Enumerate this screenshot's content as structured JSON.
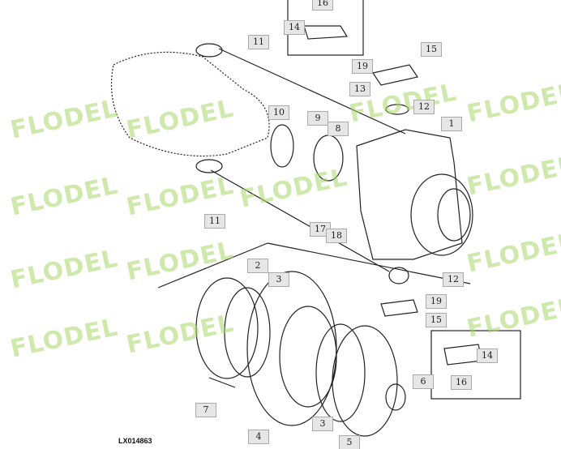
{
  "diagram": {
    "code": "LX014863",
    "watermark": "FLODEL",
    "callouts": [
      "16",
      "14",
      "15",
      "19",
      "13",
      "12",
      "11",
      "10",
      "9",
      "8",
      "1",
      "11",
      "17",
      "18",
      "2",
      "3",
      "12",
      "19",
      "15",
      "14",
      "16",
      "6",
      "7",
      "4",
      "3",
      "5"
    ]
  },
  "colors": {
    "watermark": "#a8d86a",
    "line": "#222222",
    "label_bg": "#e6e6e6"
  }
}
